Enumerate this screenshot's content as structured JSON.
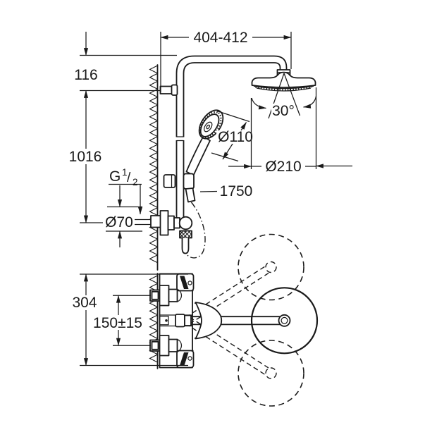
{
  "drawing": {
    "colors": {
      "line": "#1a1a1a",
      "background": "#ffffff"
    },
    "labels": {
      "top_width": "404-412",
      "head_drop": "116",
      "riser_height": "1016",
      "thread_g": "G",
      "thread_num": "1",
      "thread_slash": "/",
      "thread_den": "2",
      "wall_union_dia": "Ø70",
      "hand_shower_dia": "Ø110",
      "head_shower_dia": "Ø210",
      "hose_length": "1750",
      "swivel_angle": "30°",
      "body_height": "304",
      "inlet_spacing": "150±15"
    }
  }
}
